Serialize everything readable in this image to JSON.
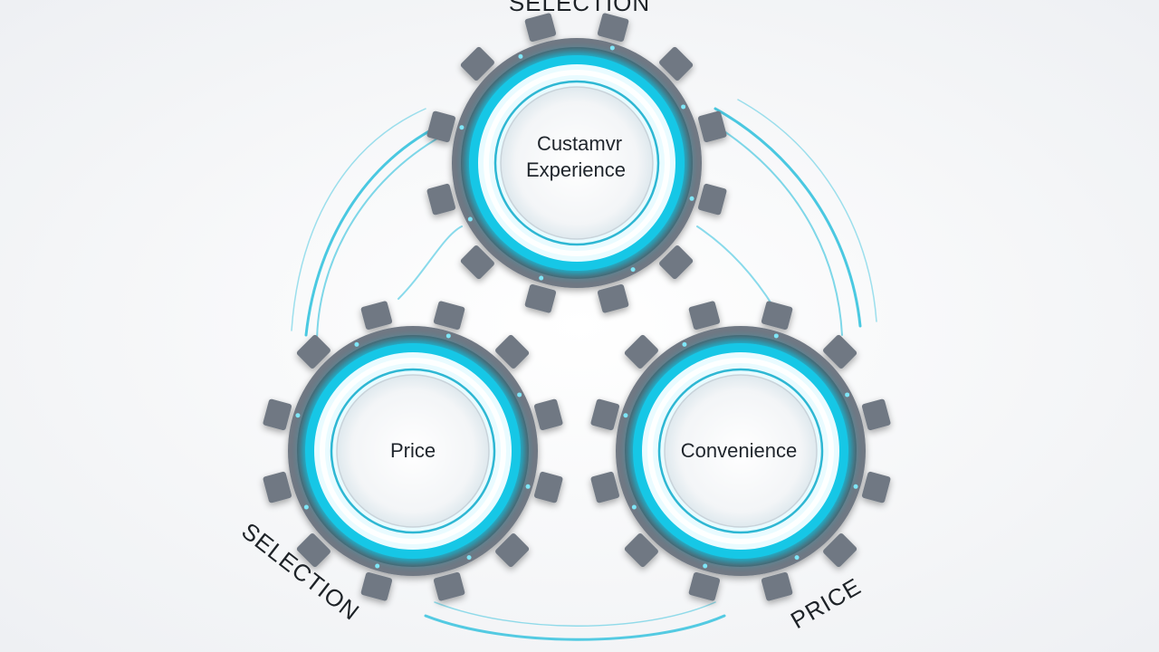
{
  "diagram": {
    "gears": [
      {
        "id": "top",
        "lines": [
          "Custamvr",
          "Experience"
        ]
      },
      {
        "id": "left",
        "lines": [
          "Price"
        ]
      },
      {
        "id": "right",
        "lines": [
          "Convenience"
        ]
      }
    ],
    "outer_labels": {
      "top": "SELECTION",
      "bottom_left": "SELECTION",
      "bottom_right": "PRICE"
    },
    "colors": {
      "background": "#f4f5f7",
      "gear_body": "#6f7883",
      "gear_dark": "#525a63",
      "glow": "#19c7e6",
      "ring": "#2fb7d3",
      "inner_disc": "#f3f4f6"
    }
  }
}
